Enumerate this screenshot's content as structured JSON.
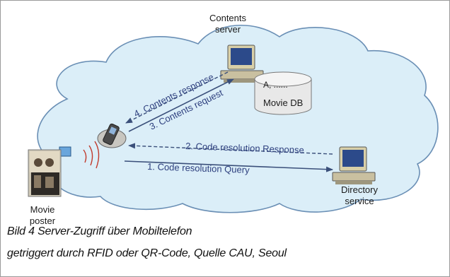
{
  "nodes": {
    "contents_server": {
      "line1": "Contents",
      "line2": "server"
    },
    "movie_db": {
      "label": "Movie DB",
      "record": "A, ......"
    },
    "directory_service": {
      "line1": "Directory",
      "line2": "service"
    },
    "movie_poster": {
      "line1": "Movie",
      "line2": "poster"
    }
  },
  "arrows": {
    "contents_response": "4. Contents response",
    "contents_request": "3. Contents request",
    "code_resolution_response": "2. Code resolution Response",
    "code_resolution_query": "1. Code resolution Query"
  },
  "caption": {
    "line1": "Bild 4 Server-Zugriff über Mobiltelefon",
    "line2": "getriggert durch RFID oder QR-Code, Quelle CAU, Seoul"
  },
  "colors": {
    "cloud_fill": "#dbeef8",
    "cloud_stroke": "#6a8fb5",
    "arrow": "#3a4f7a",
    "arrow_text": "#2d3f7e"
  }
}
